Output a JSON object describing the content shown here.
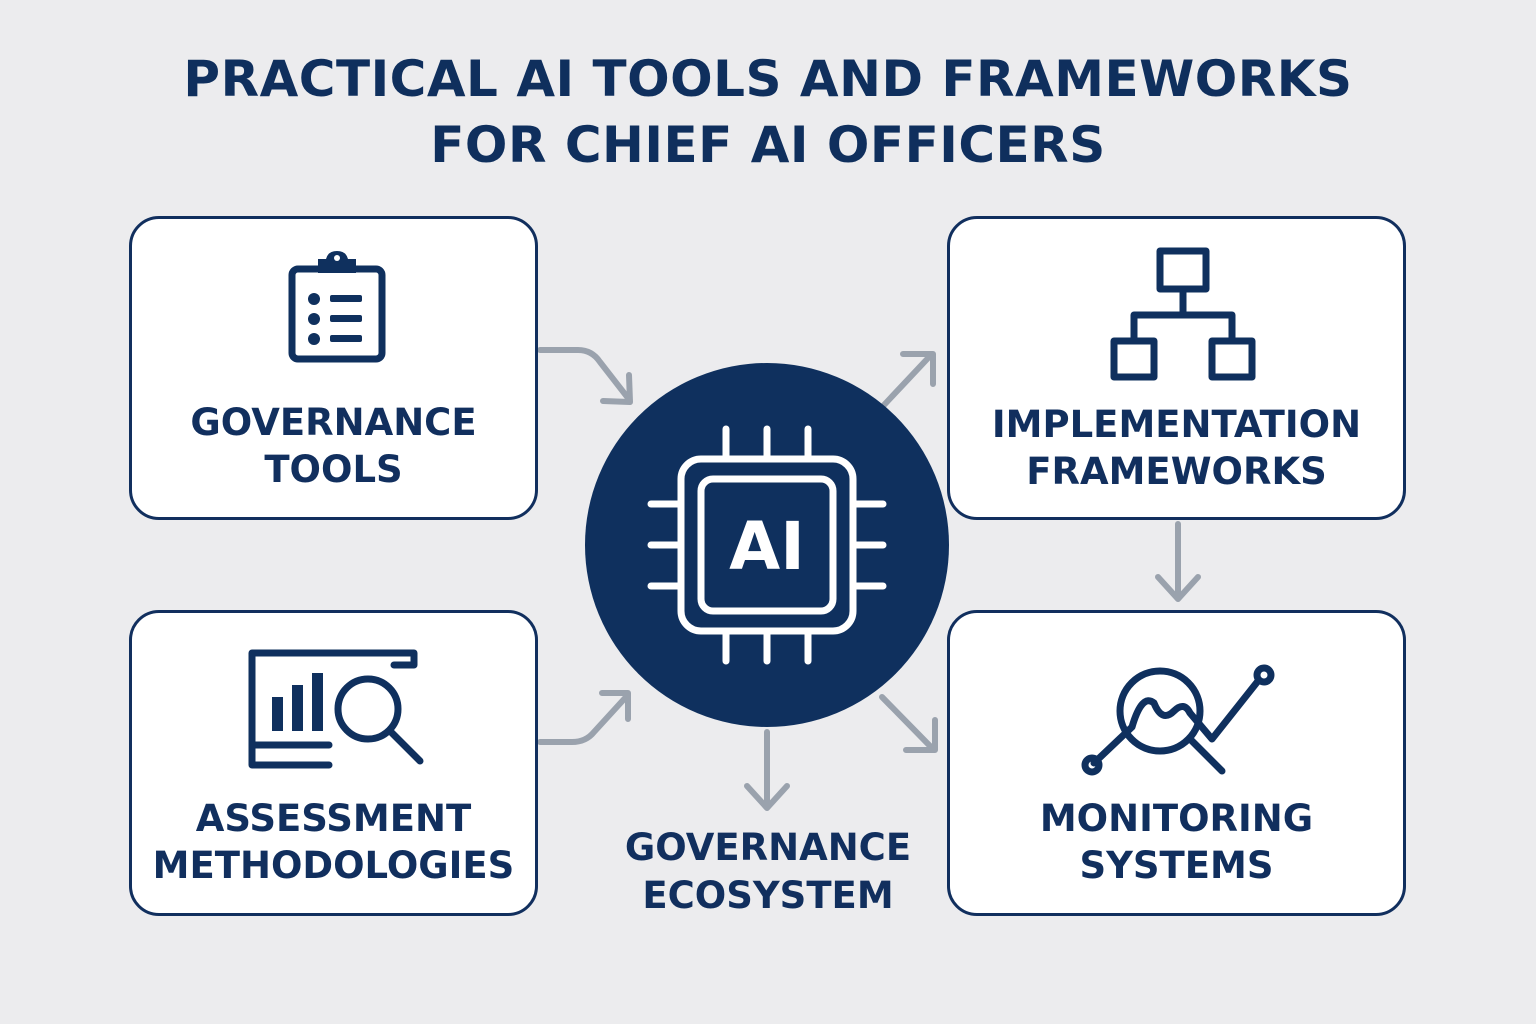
{
  "title": {
    "line1": "PRACTICAL AI TOOLS AND FRAMEWORKS",
    "line2": "FOR CHIEF AI OFFICERS"
  },
  "hub": {
    "label": "AI",
    "icon": "chip-icon"
  },
  "cards": {
    "governance_tools": {
      "line1": "GOVERNANCE",
      "line2": "TOOLS",
      "icon": "clipboard-checklist-icon"
    },
    "implementation_frameworks": {
      "line1": "IMPLEMENTATION",
      "line2": "FRAMEWORKS",
      "icon": "hierarchy-icon"
    },
    "assessment_methodologies": {
      "line1": "ASSESSMENT",
      "line2": "METHODOLOGIES",
      "icon": "monitor-chart-magnifier-icon"
    },
    "monitoring_systems": {
      "line1": "MONITORING",
      "line2": "SYSTEMS",
      "icon": "magnifier-trend-icon"
    }
  },
  "ecosystem": {
    "line1": "GOVERNANCE",
    "line2": "ECOSYSTEM"
  },
  "colors": {
    "navy": "#0f305e",
    "background": "#ececee",
    "arrow": "#9aa2ad",
    "card": "#ffffff"
  }
}
